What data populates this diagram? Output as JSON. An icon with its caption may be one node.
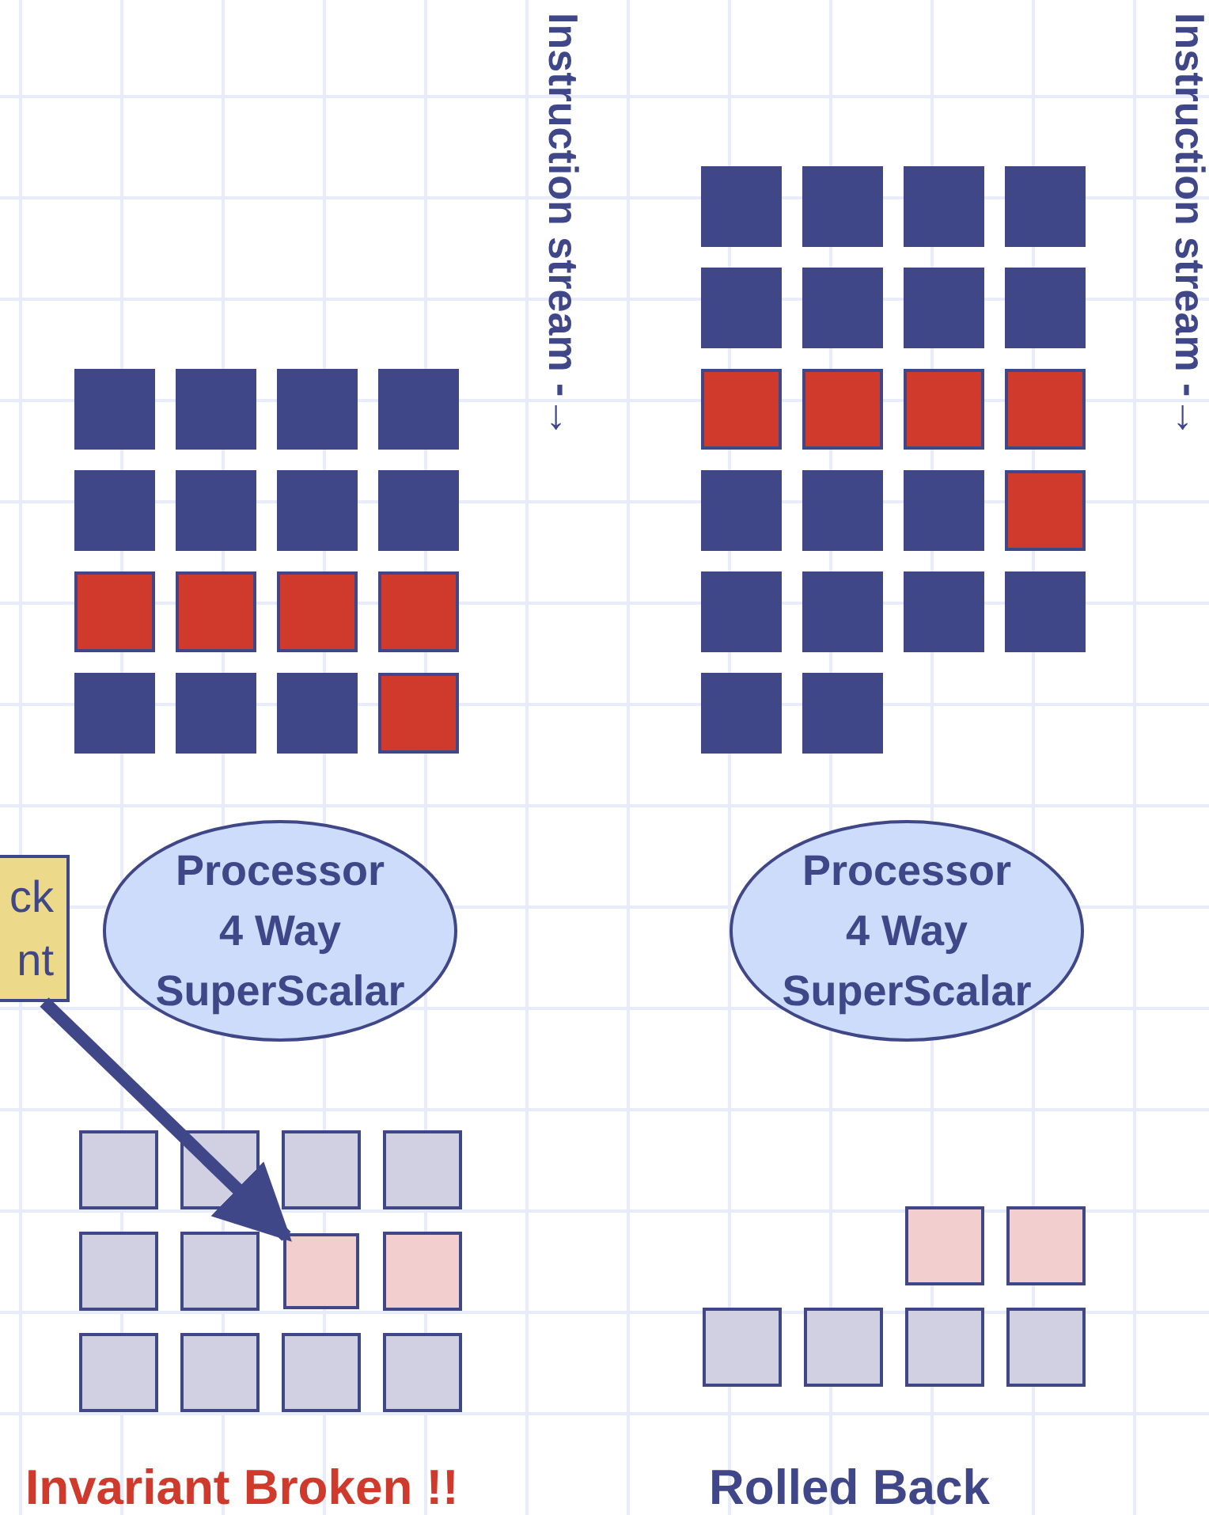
{
  "diagram": {
    "nodes": [
      {
        "text": [
          "ck nt"
        ]
      },
      {
        "text": [
          "Processor 4 Way SuperScalar"
        ]
      },
      {
        "text": [
          "Processor 4 Way SuperScalar"
        ]
      },
      {
        "text": [],
        "shape": "box"
      }
    ],
    "edges": [
      {
        "from": 0,
        "to": 3,
        "arrow": "to"
      }
    ],
    "labels": [
      "Instruction stream -→",
      "Instruction stream -→",
      "Invariant Broken !!",
      "Rolled Back"
    ]
  }
}
